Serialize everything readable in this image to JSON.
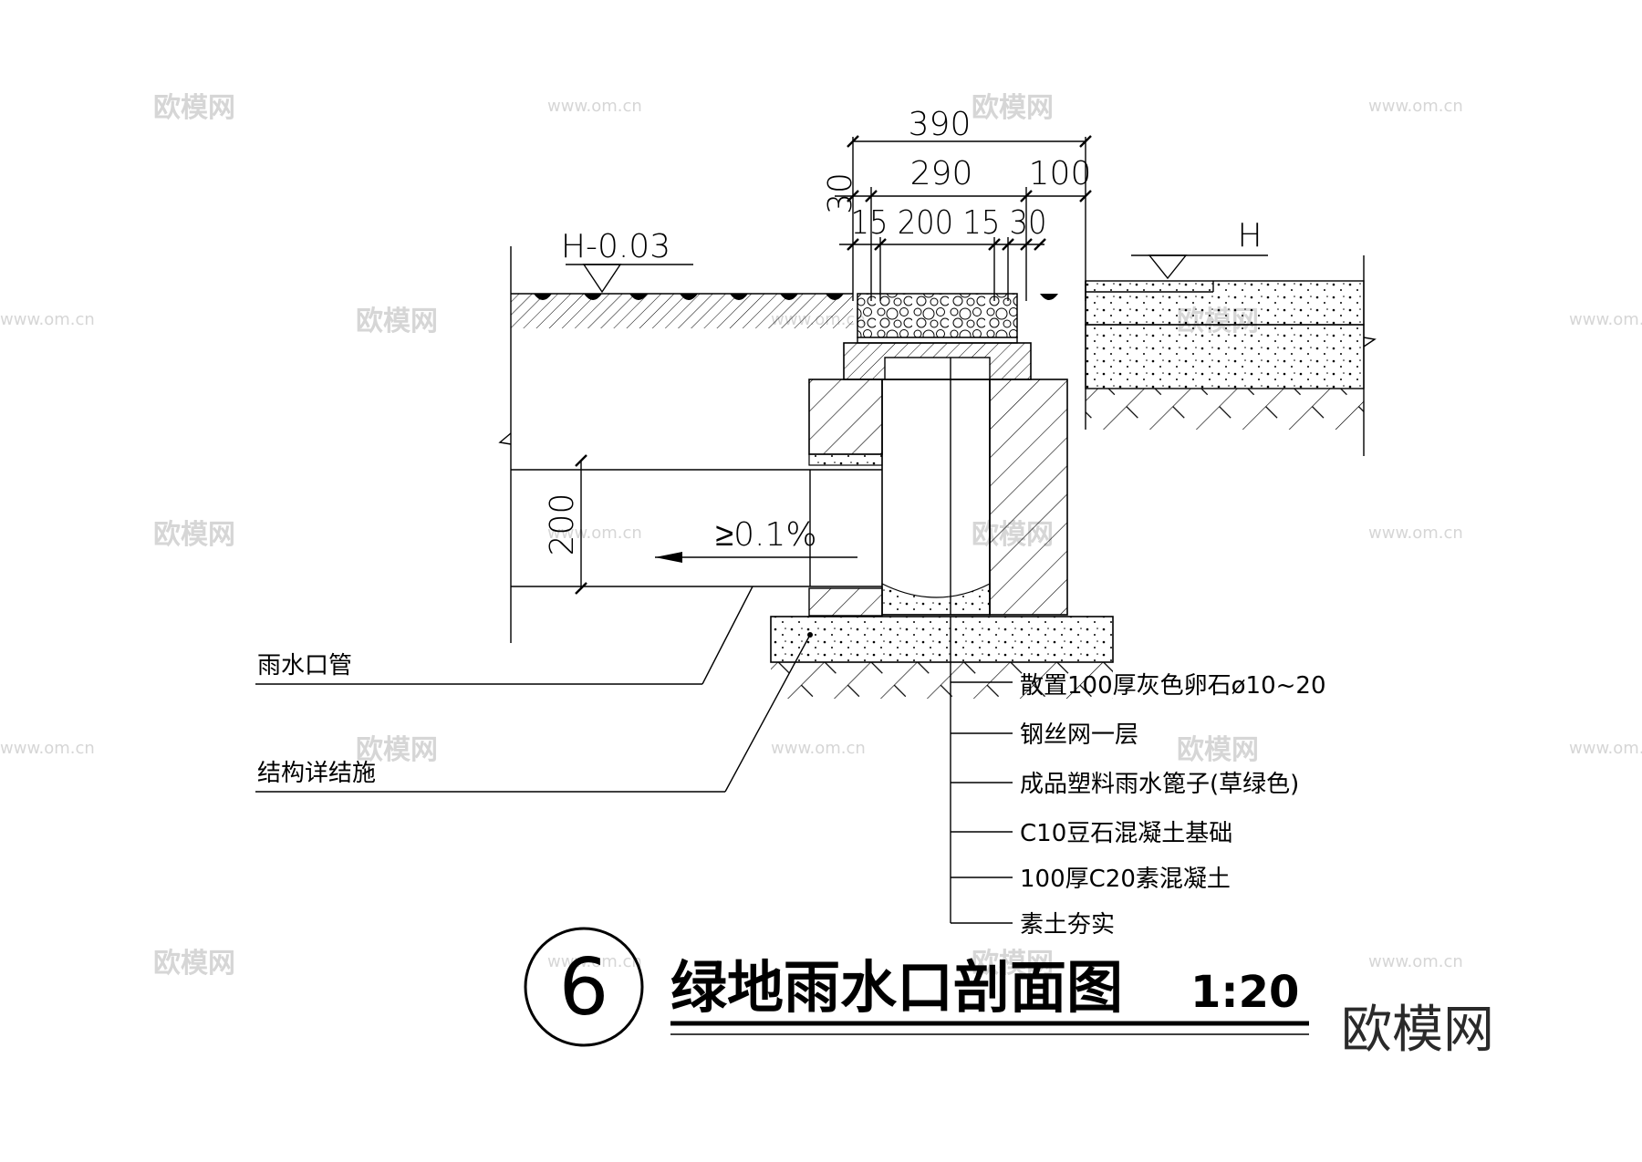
{
  "dimensions": {
    "total": "390",
    "left_edge": "30",
    "middle": "290",
    "right": "100",
    "sub_row": "15 200 15 30",
    "pipe_height": "200"
  },
  "levels": {
    "left": "H-0.03",
    "right": "H"
  },
  "slope": "≥0.1%",
  "left_notes": {
    "pipe": "雨水口管",
    "structure": "结构详结施"
  },
  "layer_notes": [
    "散置100厚灰色卵石ø10~20",
    "钢丝网一层",
    "成品塑料雨水篦子(草绿色)",
    "C10豆石混凝土基础",
    "100厚C20素混凝土",
    "素土夯实"
  ],
  "title": {
    "number": "6",
    "text": "绿地雨水口剖面图",
    "scale": "1:20"
  },
  "watermark": {
    "brand": "欧模网",
    "url": "www.om.cn"
  }
}
